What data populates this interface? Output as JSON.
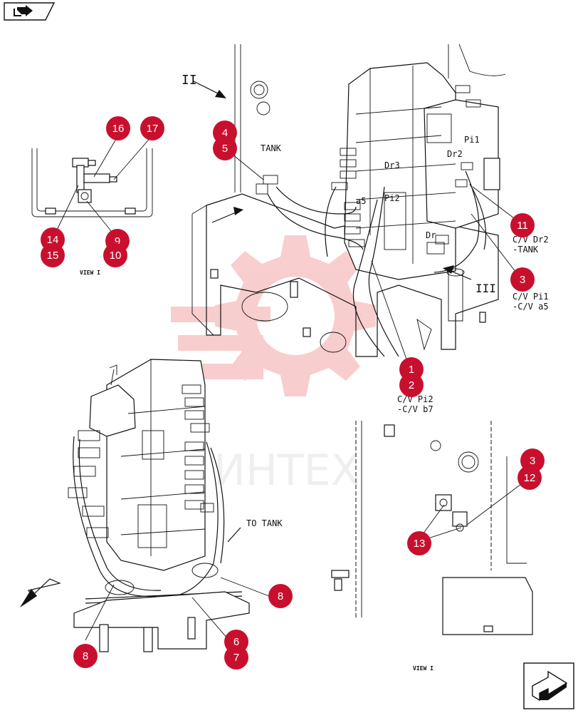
{
  "colors": {
    "callout": "#c8102e",
    "ink": "#111111",
    "watermark": "#e85050"
  },
  "icons": {
    "top_left": "back-arrow-icon",
    "bottom_right": "next-page-icon"
  },
  "watermark": {
    "text": "ИНТЕХ"
  },
  "labels": {
    "tank": "TANK",
    "to_tank": "TO TANK",
    "dr3": "Dr3",
    "pi2": "Pi2",
    "a5": "a5",
    "pi1": "Pi1",
    "dr2": "Dr2",
    "dr": "Dr",
    "c11_line1": "C/V Dr2",
    "c11_line2": "-TANK",
    "c3_line1": "C/V Pi1",
    "c3_line2": "-C/V a5",
    "c1_line1": "C/V Pi2",
    "c1_line2": "-C/V b7",
    "view_i_left": "VIEW I",
    "view_i_right": "VIEW I",
    "view_mark_ii": "II",
    "view_mark_iii": "III"
  },
  "callouts": [
    {
      "id": "c16",
      "number": "16"
    },
    {
      "id": "c17",
      "number": "17"
    },
    {
      "id": "c14",
      "number": "14"
    },
    {
      "id": "c15",
      "number": "15"
    },
    {
      "id": "c9",
      "number": "9"
    },
    {
      "id": "c10",
      "number": "10"
    },
    {
      "id": "c4",
      "number": "4"
    },
    {
      "id": "c5",
      "number": "5"
    },
    {
      "id": "c11",
      "number": "11"
    },
    {
      "id": "c3a",
      "number": "3"
    },
    {
      "id": "c1",
      "number": "1"
    },
    {
      "id": "c2",
      "number": "2"
    },
    {
      "id": "c3b",
      "number": "3"
    },
    {
      "id": "c12",
      "number": "12"
    },
    {
      "id": "c13",
      "number": "13"
    },
    {
      "id": "c8a",
      "number": "8"
    },
    {
      "id": "c8b",
      "number": "8"
    },
    {
      "id": "c6",
      "number": "6"
    },
    {
      "id": "c7",
      "number": "7"
    }
  ]
}
